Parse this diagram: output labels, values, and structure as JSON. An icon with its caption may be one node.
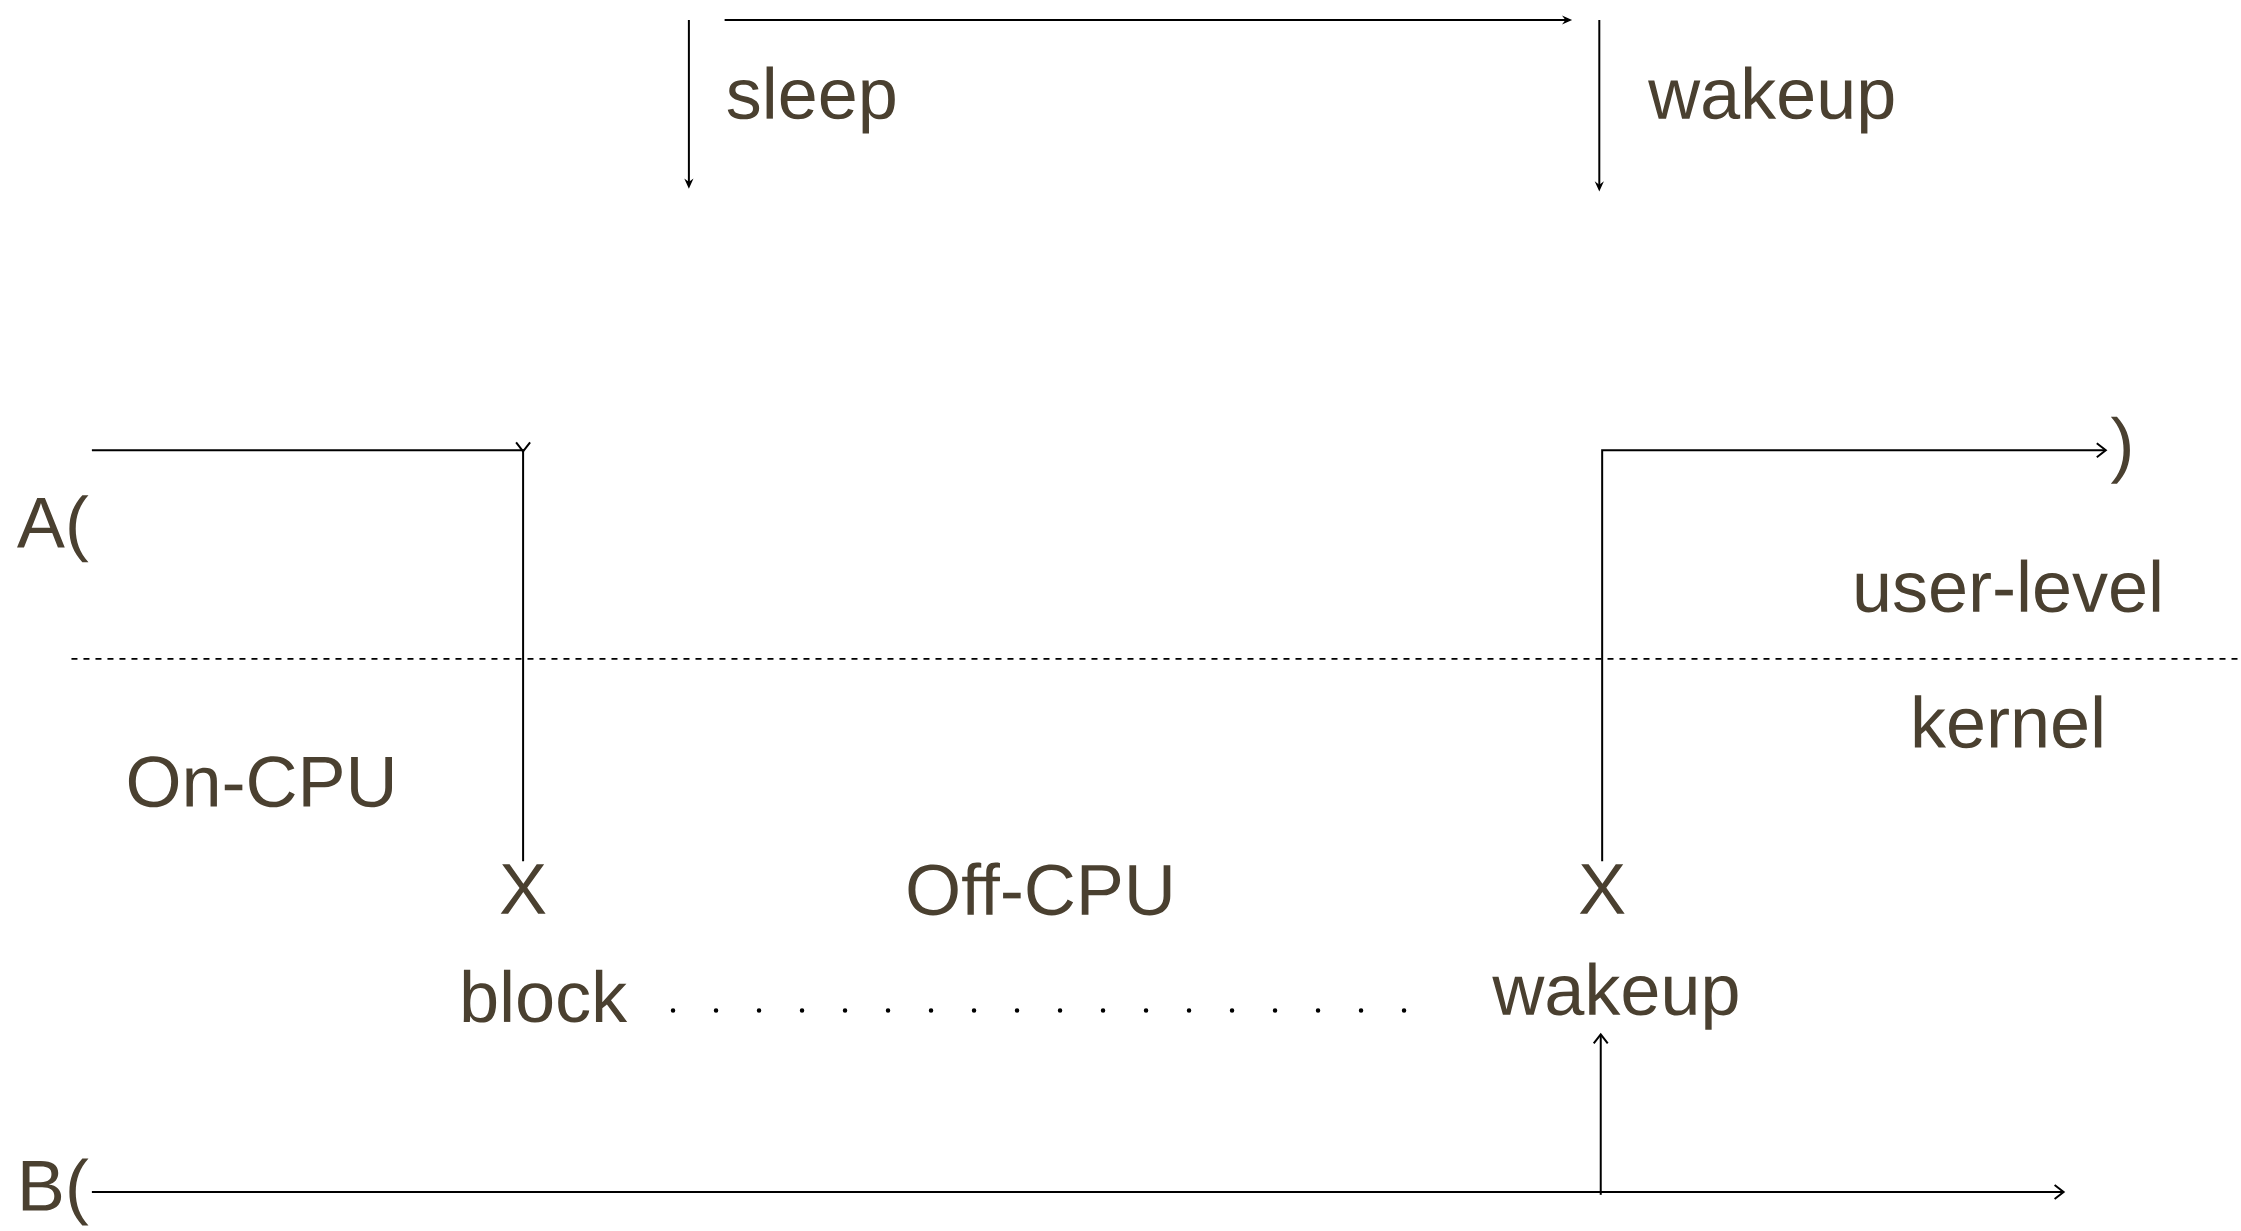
{
  "diagram": {
    "nodes": [
      {
        "text": [
          "A("
        ]
      },
      {
        "text": [
          "X"
        ]
      },
      {
        "text": [
          "block"
        ]
      },
      {
        "text": [
          "X"
        ]
      },
      {
        "text": [
          "wakeup"
        ]
      },
      {
        "text": [
          ")"
        ]
      },
      {
        "text": [
          "B("
        ]
      }
    ],
    "edges": [
      {
        "from": 0,
        "to": 1,
        "arrow": "to"
      },
      {
        "from": 3,
        "to": 5,
        "arrow": "to"
      },
      {
        "from": 2,
        "to": 4,
        "arrow": "none",
        "style": "dashed"
      },
      {
        "from": 6,
        "to": null,
        "arrow": "to"
      },
      {
        "from": null,
        "to": 4,
        "arrow": "to"
      }
    ],
    "labels": [
      "sleep",
      "wakeup",
      "user-level",
      "kernel",
      "On-CPU",
      "Off-CPU"
    ]
  }
}
